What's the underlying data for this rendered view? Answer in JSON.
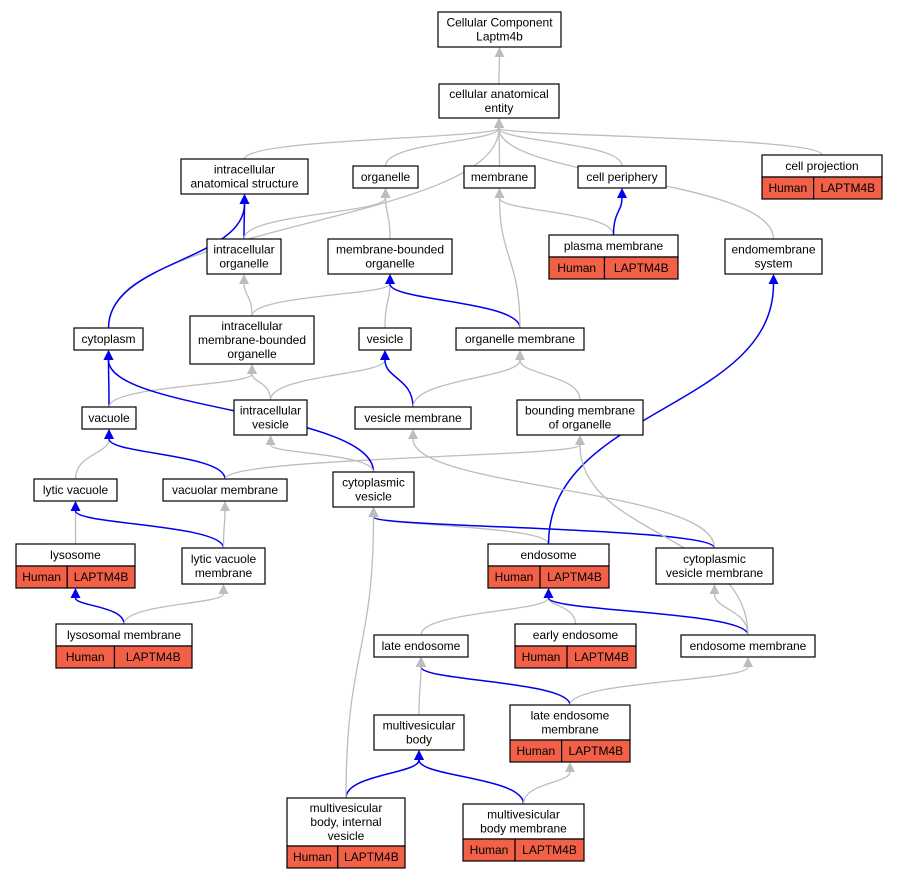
{
  "nodes": {
    "root": [
      "Cellular Component",
      "Laptm4b"
    ],
    "cae": [
      "cellular anatomical",
      "entity"
    ],
    "ias": [
      "intracellular",
      "anatomical structure"
    ],
    "organelle": [
      "organelle"
    ],
    "membrane": [
      "membrane"
    ],
    "cellperiph": [
      "cell periphery"
    ],
    "cellproj": [
      "cell projection"
    ],
    "intraorg": [
      "intracellular",
      "organelle"
    ],
    "mbo": [
      "membrane-bounded",
      "organelle"
    ],
    "plasma": [
      "plasma membrane"
    ],
    "endomem": [
      "endomembrane",
      "system"
    ],
    "cytoplasm": [
      "cytoplasm"
    ],
    "imbo": [
      "intracellular",
      "membrane-bounded",
      "organelle"
    ],
    "vesicle": [
      "vesicle"
    ],
    "orgmem": [
      "organelle membrane"
    ],
    "vacuole": [
      "vacuole"
    ],
    "intraves": [
      "intracellular",
      "vesicle"
    ],
    "vesmem": [
      "vesicle membrane"
    ],
    "boundmem": [
      "bounding membrane",
      "of organelle"
    ],
    "lyticvac": [
      "lytic vacuole"
    ],
    "vacmem": [
      "vacuolar membrane"
    ],
    "cytoves": [
      "cytoplasmic",
      "vesicle"
    ],
    "lysosome": [
      "lysosome"
    ],
    "lvm": [
      "lytic vacuole",
      "membrane"
    ],
    "endosome": [
      "endosome"
    ],
    "cvm": [
      "cytoplasmic",
      "vesicle membrane"
    ],
    "lysomem": [
      "lysosomal membrane"
    ],
    "lateendo": [
      "late endosome"
    ],
    "earlyendo": [
      "early endosome"
    ],
    "endomembr": [
      "endosome membrane"
    ],
    "lem": [
      "late endosome",
      "membrane"
    ],
    "mvb": [
      "multivesicular",
      "body"
    ],
    "mvbiv": [
      "multivesicular",
      "body, internal",
      "vesicle"
    ],
    "mvbm": [
      "multivesicular",
      "body membrane"
    ]
  },
  "annotation": {
    "species": "Human",
    "gene": "LAPTM4B"
  },
  "colors": {
    "annotation": "#f26048",
    "is_a_edge": "#bdbdbd",
    "part_of_edge": "#0000ee"
  },
  "edges": [
    {
      "source": "cae",
      "target": "root",
      "kind": "is_a"
    },
    {
      "source": "ias",
      "target": "cae",
      "kind": "is_a"
    },
    {
      "source": "organelle",
      "target": "cae",
      "kind": "is_a"
    },
    {
      "source": "membrane",
      "target": "cae",
      "kind": "is_a"
    },
    {
      "source": "cellperiph",
      "target": "cae",
      "kind": "is_a"
    },
    {
      "source": "cellproj",
      "target": "cae",
      "kind": "is_a"
    },
    {
      "source": "cytoplasm",
      "target": "cae",
      "kind": "is_a"
    },
    {
      "source": "endomem",
      "target": "cae",
      "kind": "is_a"
    },
    {
      "source": "intraorg",
      "target": "ias",
      "kind": "part_of"
    },
    {
      "source": "intraorg",
      "target": "organelle",
      "kind": "is_a"
    },
    {
      "source": "mbo",
      "target": "organelle",
      "kind": "is_a"
    },
    {
      "source": "plasma",
      "target": "membrane",
      "kind": "is_a"
    },
    {
      "source": "plasma",
      "target": "cellperiph",
      "kind": "part_of"
    },
    {
      "source": "cytoplasm",
      "target": "ias",
      "kind": "part_of"
    },
    {
      "source": "imbo",
      "target": "intraorg",
      "kind": "is_a"
    },
    {
      "source": "imbo",
      "target": "mbo",
      "kind": "is_a"
    },
    {
      "source": "vesicle",
      "target": "mbo",
      "kind": "is_a"
    },
    {
      "source": "orgmem",
      "target": "mbo",
      "kind": "part_of"
    },
    {
      "source": "orgmem",
      "target": "membrane",
      "kind": "is_a"
    },
    {
      "source": "vacuole",
      "target": "cytoplasm",
      "kind": "part_of"
    },
    {
      "source": "vacuole",
      "target": "imbo",
      "kind": "is_a"
    },
    {
      "source": "intraves",
      "target": "imbo",
      "kind": "is_a"
    },
    {
      "source": "intraves",
      "target": "vesicle",
      "kind": "is_a"
    },
    {
      "source": "vesmem",
      "target": "vesicle",
      "kind": "part_of"
    },
    {
      "source": "vesmem",
      "target": "orgmem",
      "kind": "is_a"
    },
    {
      "source": "boundmem",
      "target": "orgmem",
      "kind": "is_a"
    },
    {
      "source": "lyticvac",
      "target": "vacuole",
      "kind": "is_a"
    },
    {
      "source": "vacmem",
      "target": "vacuole",
      "kind": "part_of"
    },
    {
      "source": "vacmem",
      "target": "boundmem",
      "kind": "is_a"
    },
    {
      "source": "cytoves",
      "target": "cytoplasm",
      "kind": "part_of"
    },
    {
      "source": "cytoves",
      "target": "intraves",
      "kind": "is_a"
    },
    {
      "source": "lysosome",
      "target": "lyticvac",
      "kind": "is_a"
    },
    {
      "source": "lvm",
      "target": "lyticvac",
      "kind": "part_of"
    },
    {
      "source": "lvm",
      "target": "vacmem",
      "kind": "is_a"
    },
    {
      "source": "endosome",
      "target": "cytoves",
      "kind": "is_a"
    },
    {
      "source": "endosome",
      "target": "endomem",
      "kind": "part_of"
    },
    {
      "source": "cvm",
      "target": "cytoves",
      "kind": "part_of"
    },
    {
      "source": "cvm",
      "target": "vesmem",
      "kind": "is_a"
    },
    {
      "source": "lysomem",
      "target": "lysosome",
      "kind": "part_of"
    },
    {
      "source": "lysomem",
      "target": "lvm",
      "kind": "is_a"
    },
    {
      "source": "lateendo",
      "target": "endosome",
      "kind": "is_a"
    },
    {
      "source": "earlyendo",
      "target": "endosome",
      "kind": "is_a"
    },
    {
      "source": "endomembr",
      "target": "endosome",
      "kind": "part_of"
    },
    {
      "source": "endomembr",
      "target": "cvm",
      "kind": "is_a"
    },
    {
      "source": "endomembr",
      "target": "boundmem",
      "kind": "is_a"
    },
    {
      "source": "lem",
      "target": "lateendo",
      "kind": "part_of"
    },
    {
      "source": "lem",
      "target": "endomembr",
      "kind": "is_a"
    },
    {
      "source": "mvb",
      "target": "lateendo",
      "kind": "is_a"
    },
    {
      "source": "mvbiv",
      "target": "mvb",
      "kind": "part_of"
    },
    {
      "source": "mvbiv",
      "target": "cytoves",
      "kind": "is_a"
    },
    {
      "source": "mvbm",
      "target": "mvb",
      "kind": "part_of"
    },
    {
      "source": "mvbm",
      "target": "lem",
      "kind": "is_a"
    }
  ]
}
